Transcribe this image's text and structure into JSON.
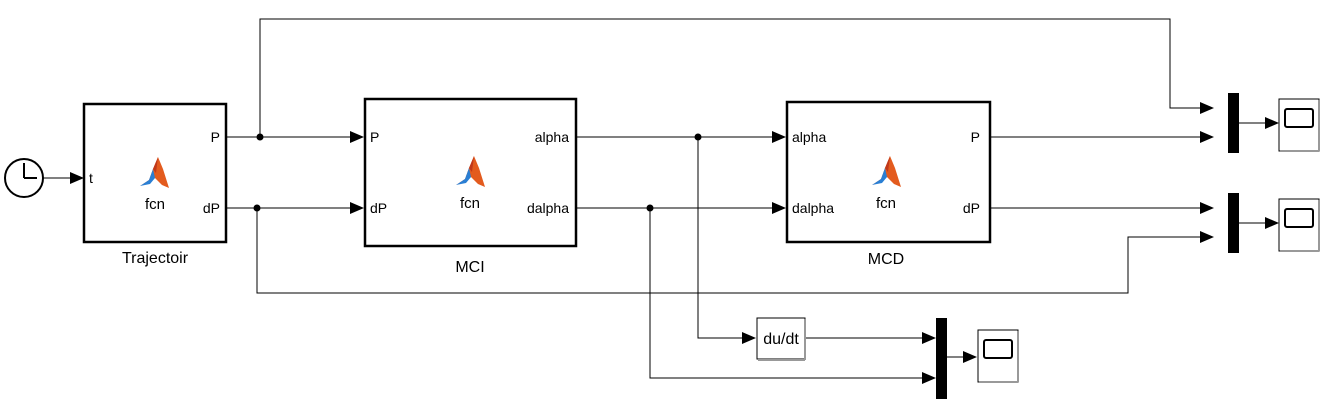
{
  "blocks": {
    "clock": {
      "label": ""
    },
    "trajectoir": {
      "name": "Trajectoir",
      "function": "fcn",
      "in_ports": [
        "t"
      ],
      "out_ports": [
        "P",
        "dP"
      ]
    },
    "mci": {
      "name": "MCI",
      "function": "fcn",
      "in_ports": [
        "P",
        "dP"
      ],
      "out_ports": [
        "alpha",
        "dalpha"
      ]
    },
    "mcd": {
      "name": "MCD",
      "function": "fcn",
      "in_ports": [
        "alpha",
        "dalpha"
      ],
      "out_ports": [
        "P",
        "dP"
      ]
    },
    "derivative": {
      "label": "du/dt"
    }
  },
  "colors": {
    "matlab_logo_orange": "#e35b1e",
    "matlab_logo_blue": "#2a7fd4"
  },
  "icons": [
    "clock-icon",
    "matlab-logo-icon",
    "scope-icon"
  ]
}
